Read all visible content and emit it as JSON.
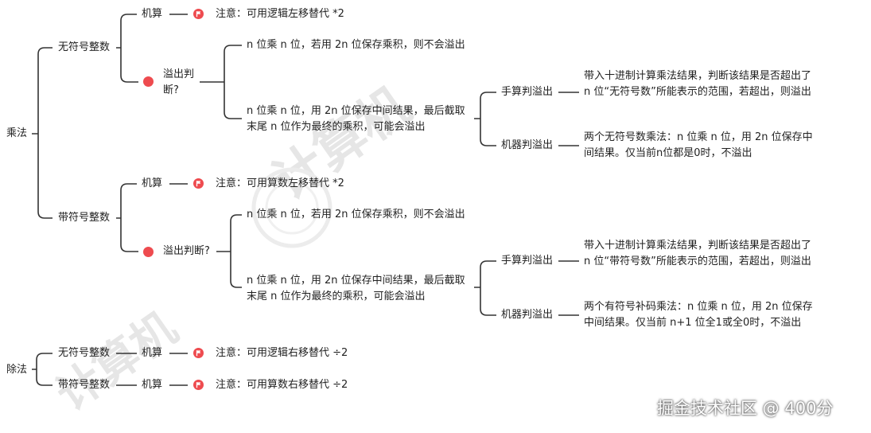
{
  "nodes": {
    "multiply": "乘法",
    "divide": "除法",
    "mul_unsigned": "无符号整数",
    "mul_signed": "带符号整数",
    "div_unsigned": "无符号整数",
    "div_signed": "带符号整数",
    "machine_calc": "机算",
    "overflow_check_unsigned": "溢出判断?",
    "overflow_check_signed": "溢出判断?",
    "note_unsigned_mul": "注意：可用逻辑左移替代 *2",
    "note_signed_mul": "注意：可用算数左移替代 *2",
    "note_unsigned_div": "注意：可用逻辑右移替代 ÷2",
    "note_signed_div": "注意：可用算数右移替代 ÷2",
    "unsigned_case1": "n 位乘 n 位，若用 2n 位保存乘积，则不会溢出",
    "unsigned_case2": "n 位乘 n 位，用 2n 位保存中间结果，最后截取末尾 n 位作为最终的乘积，可能会溢出",
    "signed_case1": "n 位乘 n 位，若用 2n 位保存乘积，则不会溢出",
    "signed_case2": "n 位乘 n 位，用 2n 位保存中间结果，最后截取末尾 n 位作为最终的乘积，可能会溢出",
    "manual_check": "手算判溢出",
    "machine_check": "机器判溢出",
    "unsigned_manual_desc": "带入十进制计算乘法结果，判断该结果是否超出了 n 位“无符号数”所能表示的范围，若超出，则溢出",
    "unsigned_machine_desc": "两个无符号数乘法：n 位乘 n 位，用 2n 位保存中间结果。仅当前n位都是0时，不溢出",
    "signed_manual_desc": "带入十进制计算乘法结果，判断该结果是否超出了 n 位“带符号数”所能表示的范围，若超出，则溢出",
    "signed_machine_desc": "两个有符号补码乘法：n 位乘 n 位，用 2n 位保存中间结果。仅当前 n+1 位全1或全0时，不溢出"
  },
  "icons": {
    "flag": "flag-icon",
    "dot": "red-dot-icon",
    "accent": "#ee4b4f"
  },
  "watermark": {
    "brand": "掘金技术社区 @ 400分"
  }
}
